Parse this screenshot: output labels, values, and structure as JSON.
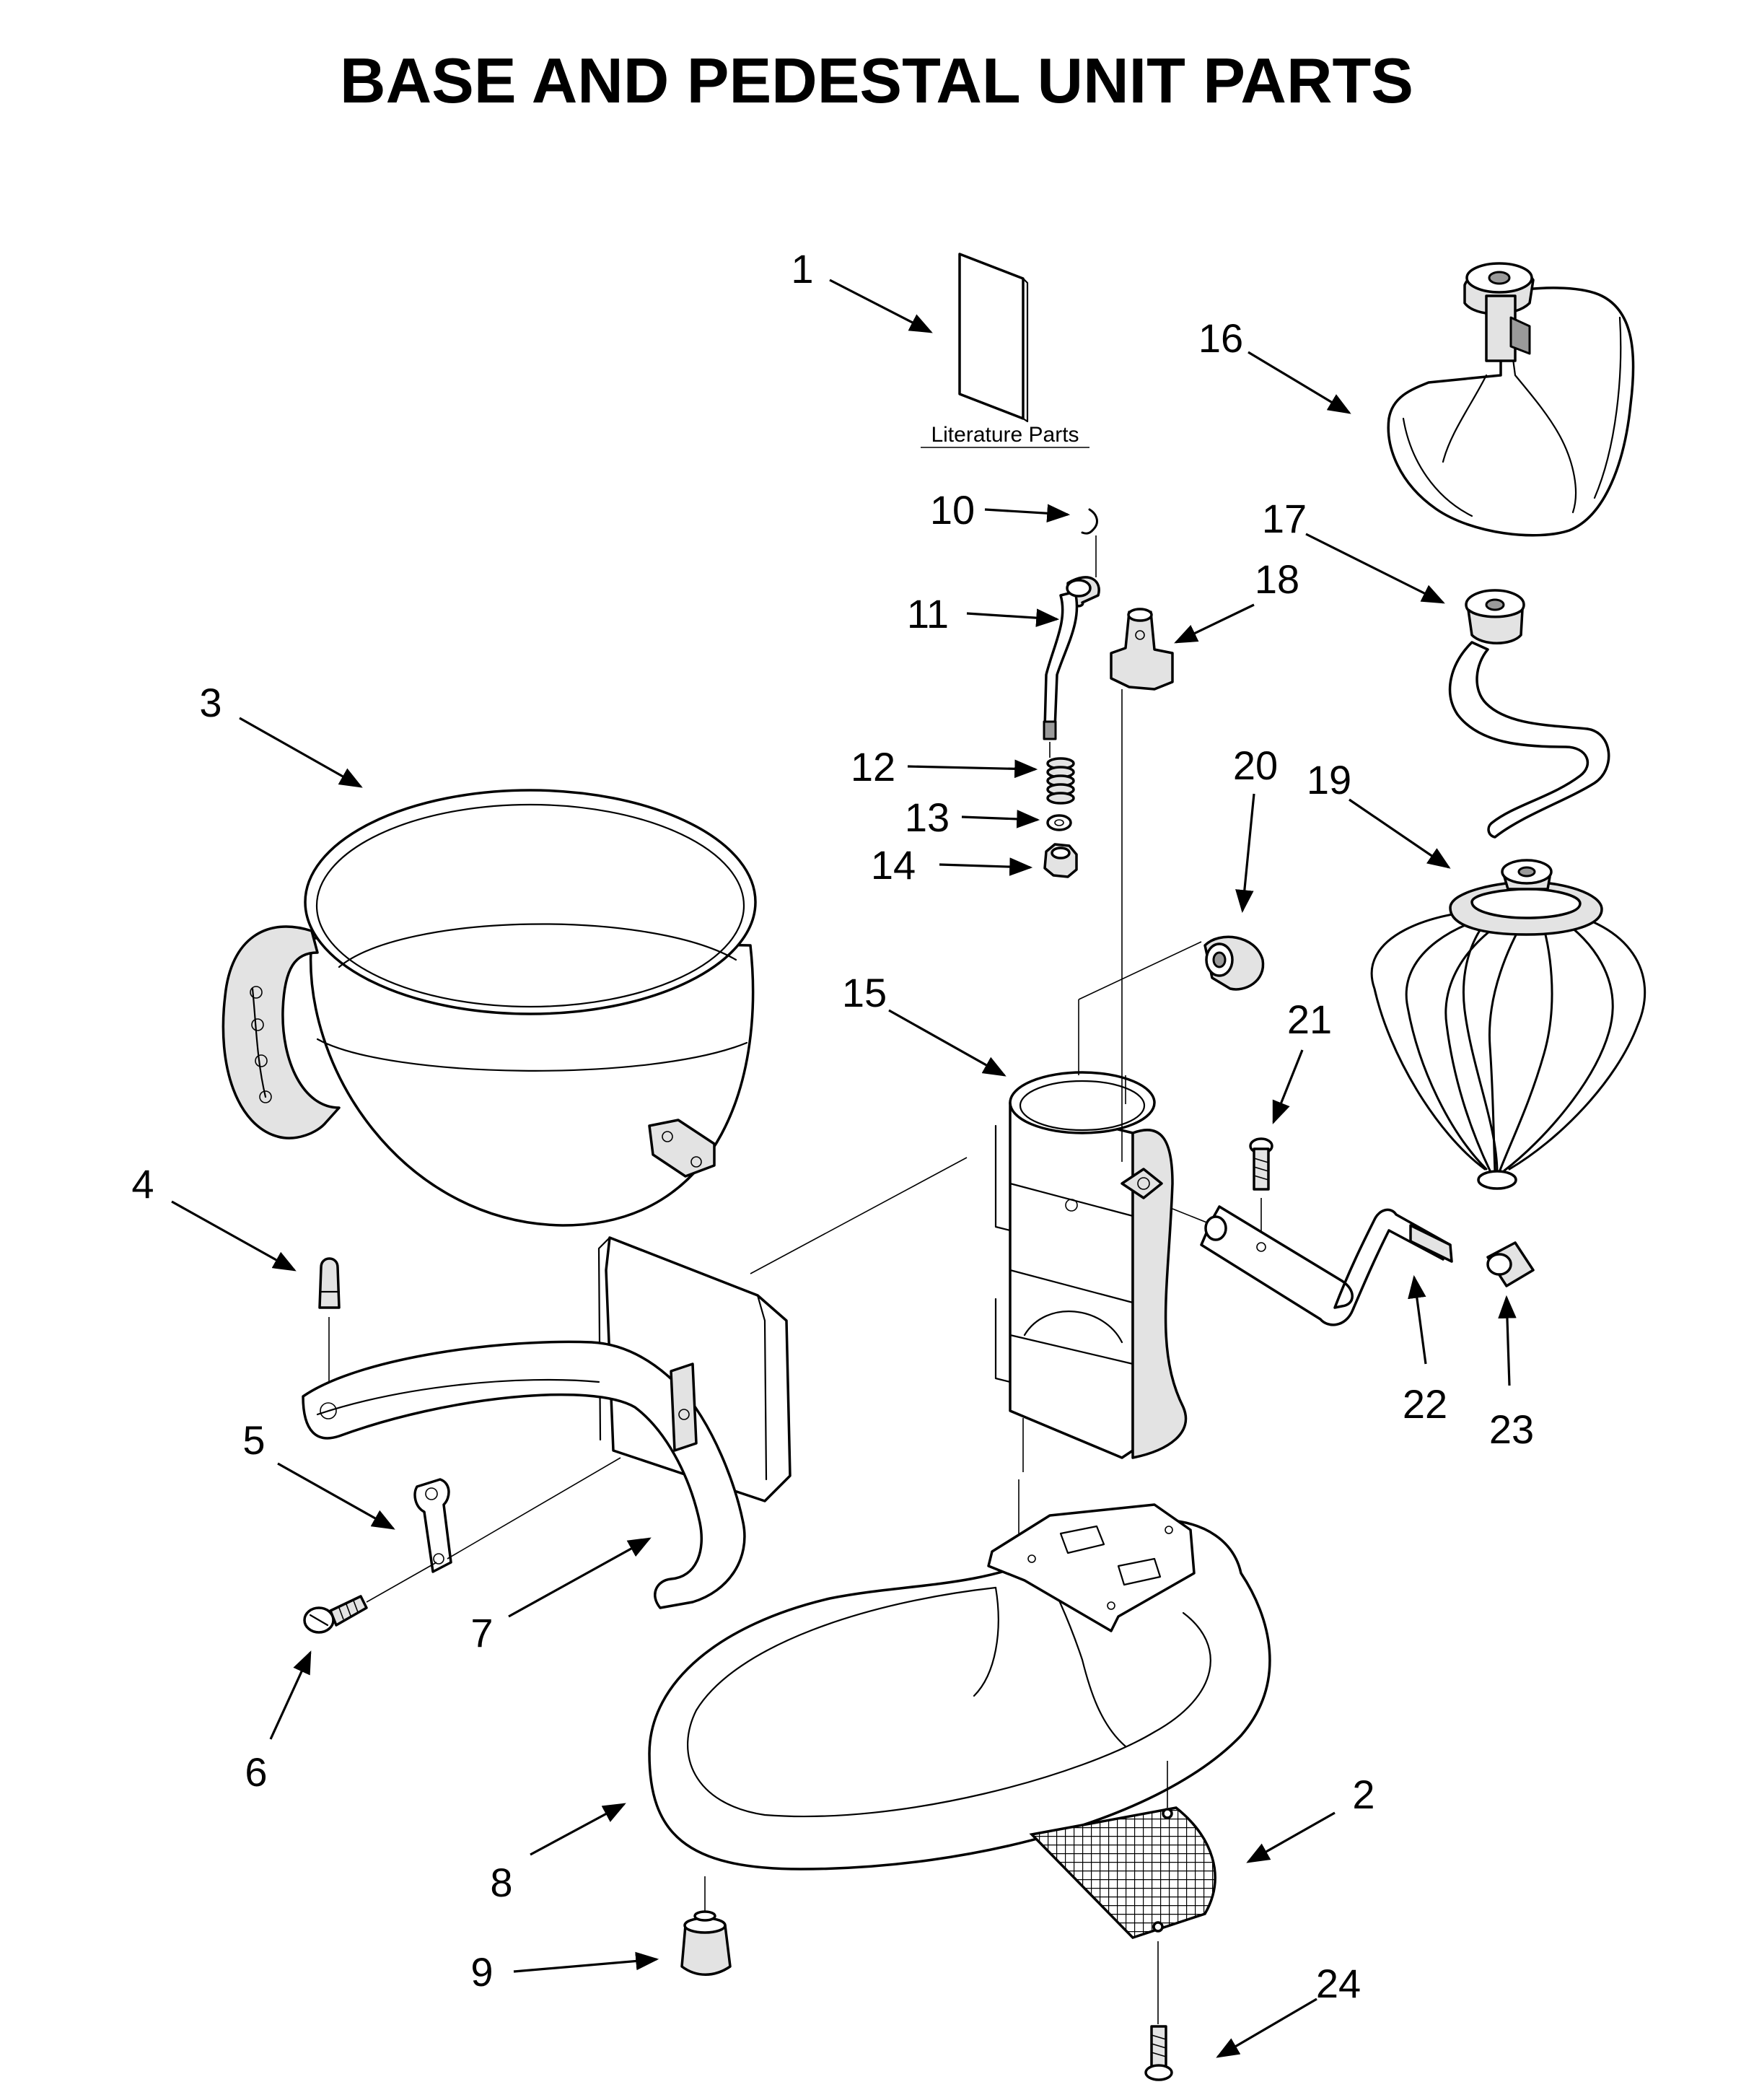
{
  "title": "BASE AND PEDESTAL UNIT PARTS",
  "literature_caption": "Literature Parts",
  "callouts": [
    {
      "id": "1",
      "label": "1"
    },
    {
      "id": "2",
      "label": "2"
    },
    {
      "id": "3",
      "label": "3"
    },
    {
      "id": "4",
      "label": "4"
    },
    {
      "id": "5",
      "label": "5"
    },
    {
      "id": "6",
      "label": "6"
    },
    {
      "id": "7",
      "label": "7"
    },
    {
      "id": "8",
      "label": "8"
    },
    {
      "id": "9",
      "label": "9"
    },
    {
      "id": "10",
      "label": "10"
    },
    {
      "id": "11",
      "label": "11"
    },
    {
      "id": "12",
      "label": "12"
    },
    {
      "id": "13",
      "label": "13"
    },
    {
      "id": "14",
      "label": "14"
    },
    {
      "id": "15",
      "label": "15"
    },
    {
      "id": "16",
      "label": "16"
    },
    {
      "id": "17",
      "label": "17"
    },
    {
      "id": "18",
      "label": "18"
    },
    {
      "id": "19",
      "label": "19"
    },
    {
      "id": "20",
      "label": "20"
    },
    {
      "id": "21",
      "label": "21"
    },
    {
      "id": "22",
      "label": "22"
    },
    {
      "id": "23",
      "label": "23"
    },
    {
      "id": "24",
      "label": "24"
    }
  ],
  "colors": {
    "line": "#000000",
    "background": "#ffffff",
    "shade": "#e3e3e3"
  }
}
